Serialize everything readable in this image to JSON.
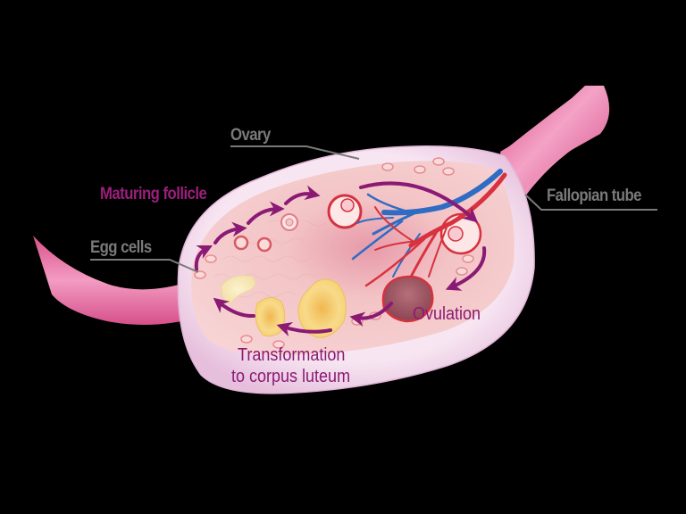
{
  "diagram": {
    "subject": "Ovary cross-section showing follicle maturation cycle",
    "colors": {
      "background": "#000000",
      "tube_pink": "#e56a9e",
      "ovary_capsule": "#f4dcef",
      "ovary_interior": "#f3c2c4",
      "arrow_purple": "#8a1a74",
      "label_grey": "#7a7a7a",
      "label_purple": "#9c1f7c",
      "vein_blue": "#2f6cc4",
      "artery_red": "#d8323e",
      "corpus_luteum_yellow": "#f4d27a"
    },
    "labels": {
      "ovary": "Ovary",
      "maturing_follicle": "Maturing follicle",
      "egg_cells": "Egg cells",
      "fallopian_tube": "Fallopian tube",
      "ovulation": "Ovulation",
      "transformation_line1": "Transformation",
      "transformation_line2": "to corpus luteum"
    }
  }
}
